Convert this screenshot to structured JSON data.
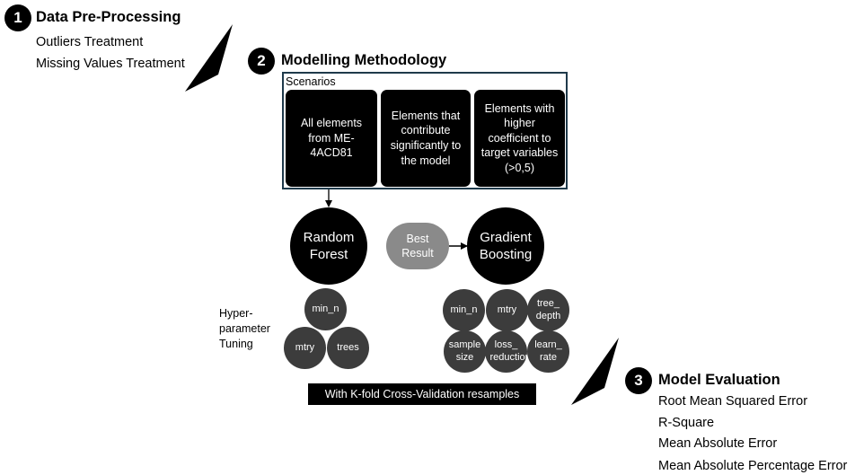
{
  "step1": {
    "number": "1",
    "title": "Data Pre-Processing",
    "items": [
      "Outliers Treatment",
      "Missing Values Treatment"
    ]
  },
  "step2": {
    "number": "2",
    "title": "Modelling Methodology",
    "scenarios_label": "Scenarios",
    "scenarios": [
      "All elements from ME-4ACD81",
      "Elements that contribute significantly to the model",
      "Elements with higher coefficient to target variables (>0,5)"
    ],
    "models": {
      "rf": "Random Forest",
      "best": "Best Result",
      "gb": "Gradient Boosting"
    },
    "hyperparameter_label": "Hyper-parameter Tuning",
    "rf_params": [
      "min_n",
      "mtry",
      "trees"
    ],
    "gb_params": [
      "min_n",
      "mtry",
      "tree_ depth",
      "sample size",
      "loss_ reduction",
      "learn_ rate"
    ],
    "kfold": "With K-fold Cross-Validation resamples"
  },
  "step3": {
    "number": "3",
    "title": "Model Evaluation",
    "items": [
      "Root Mean Squared Error",
      "R-Square",
      "Mean Absolute Error",
      "Mean Absolute Percentage Error"
    ]
  },
  "colors": {
    "box_border": "#1f3a4b",
    "pill": "#8a8a8a",
    "param_circle": "#3c3c3c"
  }
}
